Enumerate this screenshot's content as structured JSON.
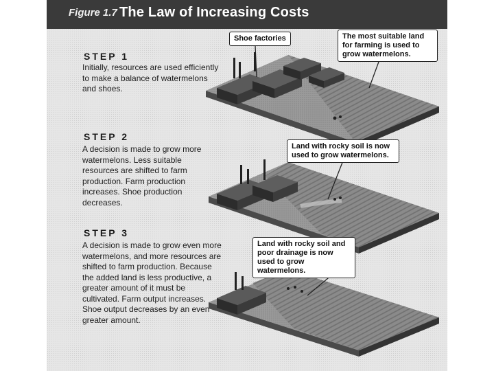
{
  "figure": {
    "label": "Figure 1.7",
    "title": "The Law of Increasing Costs"
  },
  "steps": [
    {
      "label": "STEP 1",
      "text": "Initially, resources are used efficiently to make a balance of watermelons and shoes."
    },
    {
      "label": "STEP 2",
      "text": "A decision is made to grow more watermelons. Less suitable resources are shifted to farm production. Farm production increases. Shoe production decreases."
    },
    {
      "label": "STEP 3",
      "text": "A decision is made to grow even more watermelons, and more resources are shifted to farm production. Because the added land is less productive, a greater amount of it must be cultivated. Farm output increases. Shoe output decreases by an even greater amount."
    }
  ],
  "callouts": {
    "shoe_factories": "Shoe factories",
    "suitable_land": "The most suitable land for farming is used to grow watermelons.",
    "rocky_soil": "Land with rocky soil is now used to grow watermelons.",
    "rocky_drainage": "Land with rocky soil and poor drainage is now used to grow watermelons."
  },
  "colors": {
    "title_bar": "#3a3a3a",
    "page": "#e6e6e6",
    "land_top": "#8e8e8e",
    "land_side": "#4a4a4a",
    "building_top": "#5a5a5a",
    "building_side": "#2c2c2c"
  }
}
